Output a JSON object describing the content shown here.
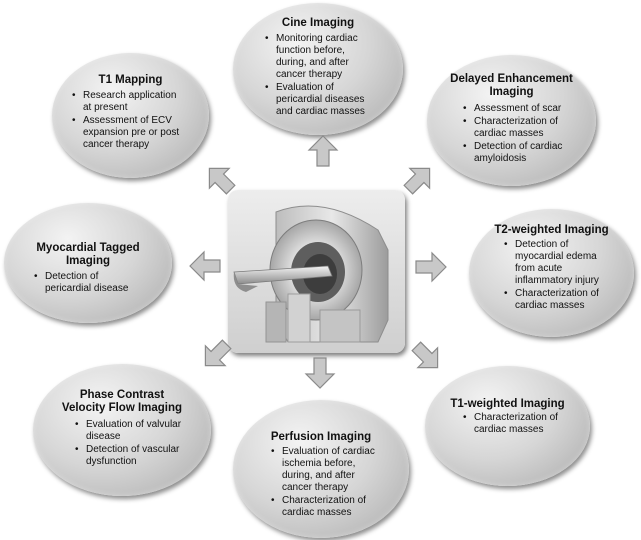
{
  "nodes": {
    "cine": {
      "title": "Cine Imaging",
      "items": [
        "Monitoring cardiac\nfunction before,\nduring, and after\ncancer therapy",
        "Evaluation of\npericardial diseases\nand cardiac masses"
      ]
    },
    "t1_mapping": {
      "title": "T1 Mapping",
      "items": [
        "Research application\nat present",
        "Assessment of ECV\nexpansion pre or post\ncancer therapy"
      ]
    },
    "delayed": {
      "title": "Delayed Enhancement\nImaging",
      "items": [
        "Assessment of scar",
        "Characterization of\ncardiac masses",
        "Detection of cardiac\namyloidosis"
      ]
    },
    "tagged": {
      "title": "Myocardial Tagged\nImaging",
      "items": [
        "Detection of\npericardial disease"
      ]
    },
    "t2": {
      "title": "T2-weighted Imaging",
      "items": [
        "Detection of\nmyocardial edema\nfrom acute\ninflammatory injury",
        "Characterization of\ncardiac masses"
      ]
    },
    "phase": {
      "title": "Phase Contrast\nVelocity Flow Imaging",
      "items": [
        "Evaluation of valvular\ndisease",
        "Detection of vascular\ndysfunction"
      ]
    },
    "t1w": {
      "title": "T1-weighted Imaging",
      "items": [
        "Characterization of\ncardiac masses"
      ]
    },
    "perfusion": {
      "title": "Perfusion Imaging",
      "items": [
        "Evaluation of cardiac\nischemia before,\nduring, and after\ncancer therapy",
        "Characterization of\ncardiac masses"
      ]
    }
  },
  "center_image": "mri-scanner-icon",
  "arrow_icon": "arrow-icon",
  "colors": {
    "bubble_light": "#f3f3f3",
    "bubble_dark": "#a9a9a9",
    "arrow_fill": "#c8c8c8",
    "arrow_stroke": "#8a8a8a",
    "text": "#111111"
  }
}
